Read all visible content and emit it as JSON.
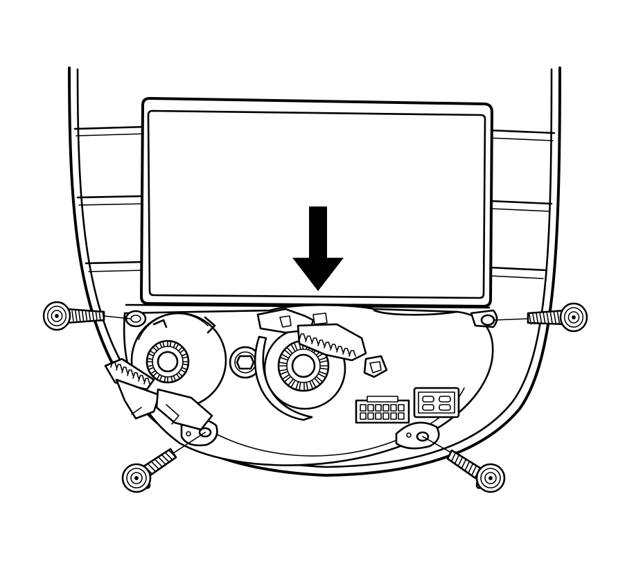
{
  "diagram": {
    "ink_color": "#000000",
    "paper_color": "#ffffff",
    "arrow_direction": "down",
    "screw_count": 4,
    "connector_count": 2
  }
}
